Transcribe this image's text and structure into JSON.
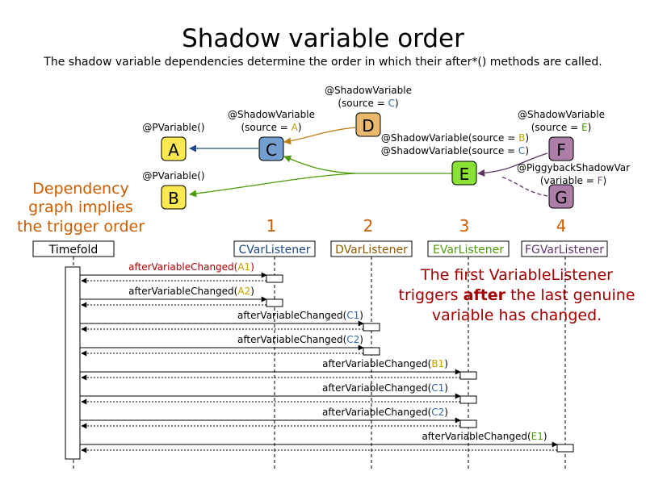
{
  "title": "Shadow variable order",
  "subtitle": "The shadow variable dependencies determine the order in which their after*() methods are called.",
  "colors": {
    "A": "#fce94f",
    "B": "#fce94f",
    "C": "#729fcf",
    "D": "#e9b96e",
    "E": "#8ae234",
    "F": "#ad7fa8",
    "G": "#ad7fa8",
    "blue": "#204a87",
    "brown": "#c17d11",
    "green": "#4e9a06",
    "purple": "#5c3566",
    "orange": "#ce5c00",
    "red": "#a40000"
  },
  "graph": {
    "nodes": {
      "A": "A",
      "B": "B",
      "C": "C",
      "D": "D",
      "E": "E",
      "F": "F",
      "G": "G"
    },
    "annotations": {
      "a": {
        "line1": "@PVariable()"
      },
      "b": {
        "line1": "@PVariable()"
      },
      "c": {
        "line1": "@ShadowVariable",
        "pre": "(source = ",
        "src": "A",
        "post": ")"
      },
      "d": {
        "line1": "@ShadowVariable",
        "pre": "(source = ",
        "src": "C",
        "post": ")"
      },
      "e": {
        "pre1": "@ShadowVariable(source = ",
        "src1": "B",
        "post1": ")",
        "pre2": "@ShadowVariable(source = ",
        "src2": "C",
        "post2": ")"
      },
      "f": {
        "line1": "@ShadowVariable",
        "pre": "(source = ",
        "src": "E",
        "post": ")"
      },
      "g": {
        "line1": "@PiggybackShadowVar",
        "pre": "(variable = ",
        "src": "F",
        "post": ")"
      }
    }
  },
  "dependency_note": {
    "line1": "Dependency",
    "line2": "graph implies",
    "line3": "the trigger order"
  },
  "trigger_note": {
    "line1": "The first VariableListener",
    "line2_pre": "triggers ",
    "line2_bold": "after",
    "line2_post": " the last genuine",
    "line3": "variable has changed."
  },
  "order_numbers": [
    "1",
    "2",
    "3",
    "4"
  ],
  "lifelines": [
    "Timefold",
    "CVarListener",
    "DVarListener",
    "EVarListener",
    "FGVarListener"
  ],
  "messages": [
    {
      "pre": "afterVariableChanged(",
      "arg": "A1",
      "post": ")",
      "whole_red": true
    },
    {
      "pre": "afterVariableChanged(",
      "arg": "A2",
      "post": ")"
    },
    {
      "pre": "afterVariableChanged(",
      "arg": "C1",
      "post": ")"
    },
    {
      "pre": "afterVariableChanged(",
      "arg": "C2",
      "post": ")"
    },
    {
      "pre": "afterVariableChanged(",
      "arg": "B1",
      "post": ")"
    },
    {
      "pre": "afterVariableChanged(",
      "arg": "C1",
      "post": ")"
    },
    {
      "pre": "afterVariableChanged(",
      "arg": "C2",
      "post": ")"
    },
    {
      "pre": "afterVariableChanged(",
      "arg": "E1",
      "post": ")"
    }
  ]
}
